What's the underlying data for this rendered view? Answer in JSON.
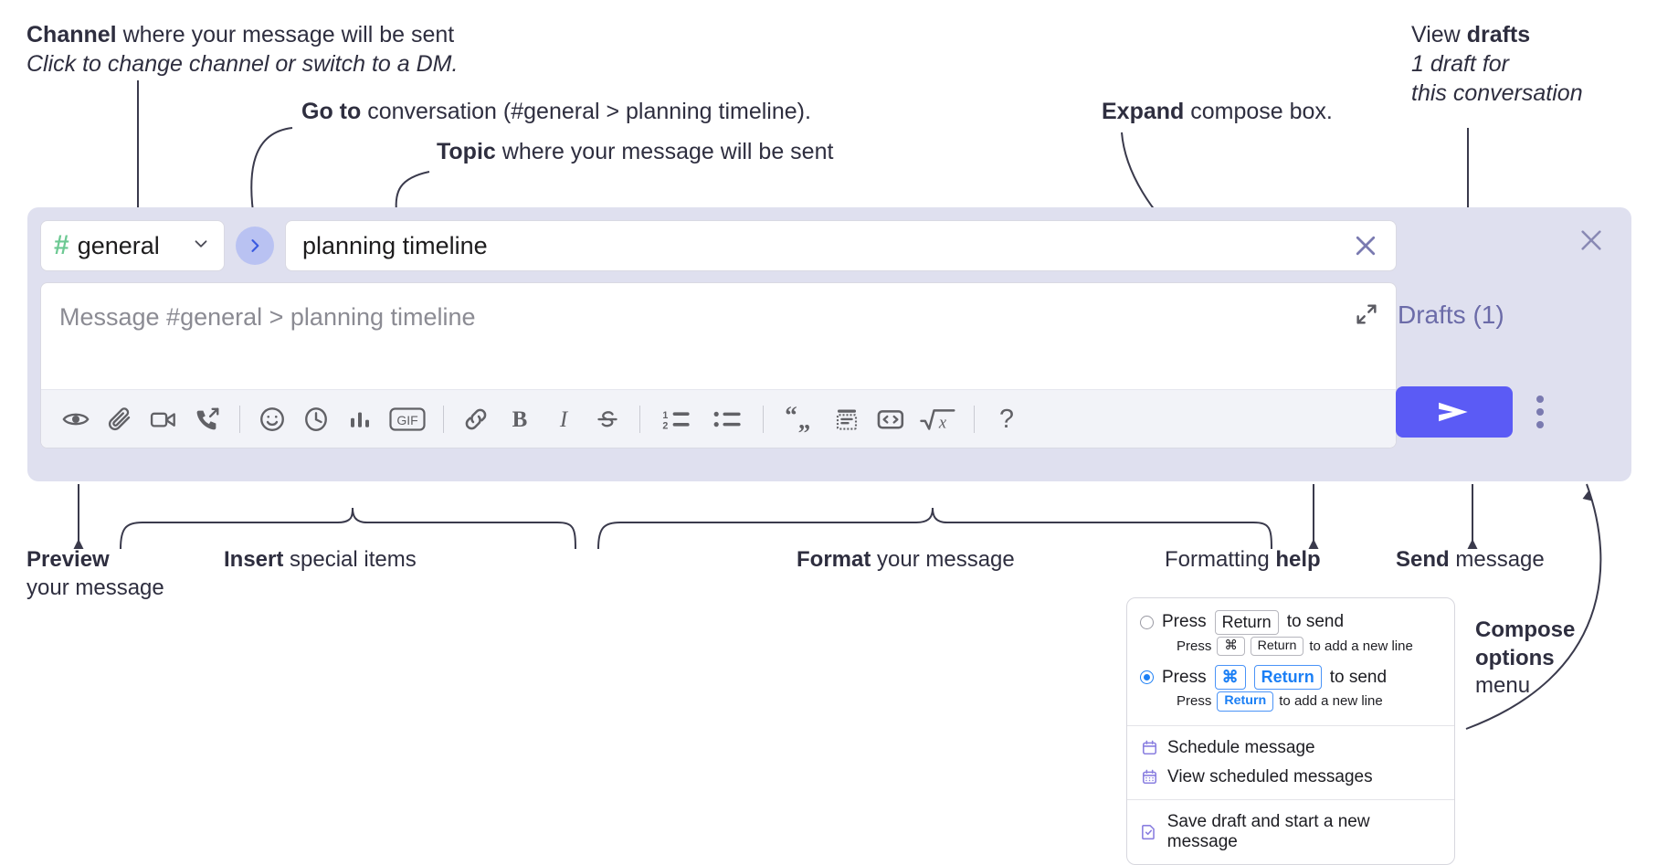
{
  "annotations": {
    "channel": {
      "bold": "Channel",
      "rest": " where your message will be sent",
      "sub": "Click to change channel or switch to a DM."
    },
    "goto": {
      "bold": "Go to",
      "rest": " conversation (#general > planning timeline)."
    },
    "topic": {
      "bold": "Topic",
      "rest": " where your message will be sent"
    },
    "expand": {
      "bold": "Expand",
      "rest": " compose box."
    },
    "drafts": {
      "bold_pre": "View ",
      "bold": "drafts",
      "sub1": "1 draft for",
      "sub2": "this conversation"
    },
    "preview": {
      "bold": "Preview",
      "rest": "your message"
    },
    "insert": {
      "bold": "Insert",
      "rest": " special items"
    },
    "format": {
      "bold": "Format",
      "rest": " your message"
    },
    "help": {
      "pre": "Formatting ",
      "bold": "help"
    },
    "send": {
      "bold": "Send",
      "rest": " message"
    },
    "compose_options": {
      "bold1": "Compose",
      "bold2": "options",
      "rest": "menu"
    }
  },
  "compose": {
    "channel": {
      "hash": "#",
      "name": "general",
      "chevron_icon": "chevron-down-icon"
    },
    "goto_icon": "chevron-right-icon",
    "topic": {
      "value": "planning timeline",
      "clear_icon": "close-icon"
    },
    "message": {
      "placeholder": "Message #general > planning timeline",
      "expand_icon": "expand-icon"
    },
    "toolbar": [
      {
        "name": "preview-icon",
        "label": "Preview"
      },
      {
        "name": "attachment-icon",
        "label": "Attach file"
      },
      {
        "name": "video-icon",
        "label": "Video clip"
      },
      {
        "name": "audio-call-icon",
        "label": "Audio clip"
      },
      {
        "sep": true
      },
      {
        "name": "emoji-icon",
        "label": "Emoji"
      },
      {
        "name": "clock-icon",
        "label": "Reminder"
      },
      {
        "name": "poll-icon",
        "label": "Poll"
      },
      {
        "name": "gif-icon",
        "label": "GIF"
      },
      {
        "sep": true
      },
      {
        "name": "link-icon",
        "label": "Link"
      },
      {
        "name": "bold-icon",
        "label": "Bold"
      },
      {
        "name": "italic-icon",
        "label": "Italic"
      },
      {
        "name": "strikethrough-icon",
        "label": "Strikethrough"
      },
      {
        "sep": true
      },
      {
        "name": "ordered-list-icon",
        "label": "Ordered list"
      },
      {
        "name": "bulleted-list-icon",
        "label": "Bulleted list"
      },
      {
        "sep": true
      },
      {
        "name": "blockquote-icon",
        "label": "Blockquote"
      },
      {
        "name": "code-block-icon",
        "label": "Code block"
      },
      {
        "name": "code-icon",
        "label": "Code"
      },
      {
        "name": "math-icon",
        "label": "Math"
      },
      {
        "sep": true
      },
      {
        "name": "help-icon",
        "label": "Formatting help"
      }
    ],
    "drafts_label": "Drafts (1)",
    "close_icon": "close-icon",
    "send_icon": "send-icon",
    "compose_options_icon": "kebab-menu-icon"
  },
  "menu": {
    "option1": {
      "pre": "Press",
      "key": "Return",
      "post": "to send",
      "sub_pre": "Press",
      "sub_key1": "⌘",
      "sub_key2": "Return",
      "sub_post": "to add a new line",
      "selected": false
    },
    "option2": {
      "pre": "Press",
      "key1": "⌘",
      "key2": "Return",
      "post": "to send",
      "sub_pre": "Press",
      "sub_key": "Return",
      "sub_post": "to add a new line",
      "selected": true
    },
    "items": [
      {
        "icon": "calendar-clock-icon",
        "label": "Schedule message"
      },
      {
        "icon": "calendar-grid-icon",
        "label": "View scheduled messages"
      },
      {
        "icon": "save-draft-icon",
        "label": "Save draft and start a new message"
      }
    ]
  },
  "colors": {
    "panel_bg": "#dfe0ef",
    "send_button": "#5b5bf5",
    "hash_green": "#6dc993",
    "goto_bg": "#b9c2f2",
    "drafts_text": "#6b6ba8",
    "radio_blue": "#1b7ff5",
    "menu_icon": "#8a7fe0"
  }
}
